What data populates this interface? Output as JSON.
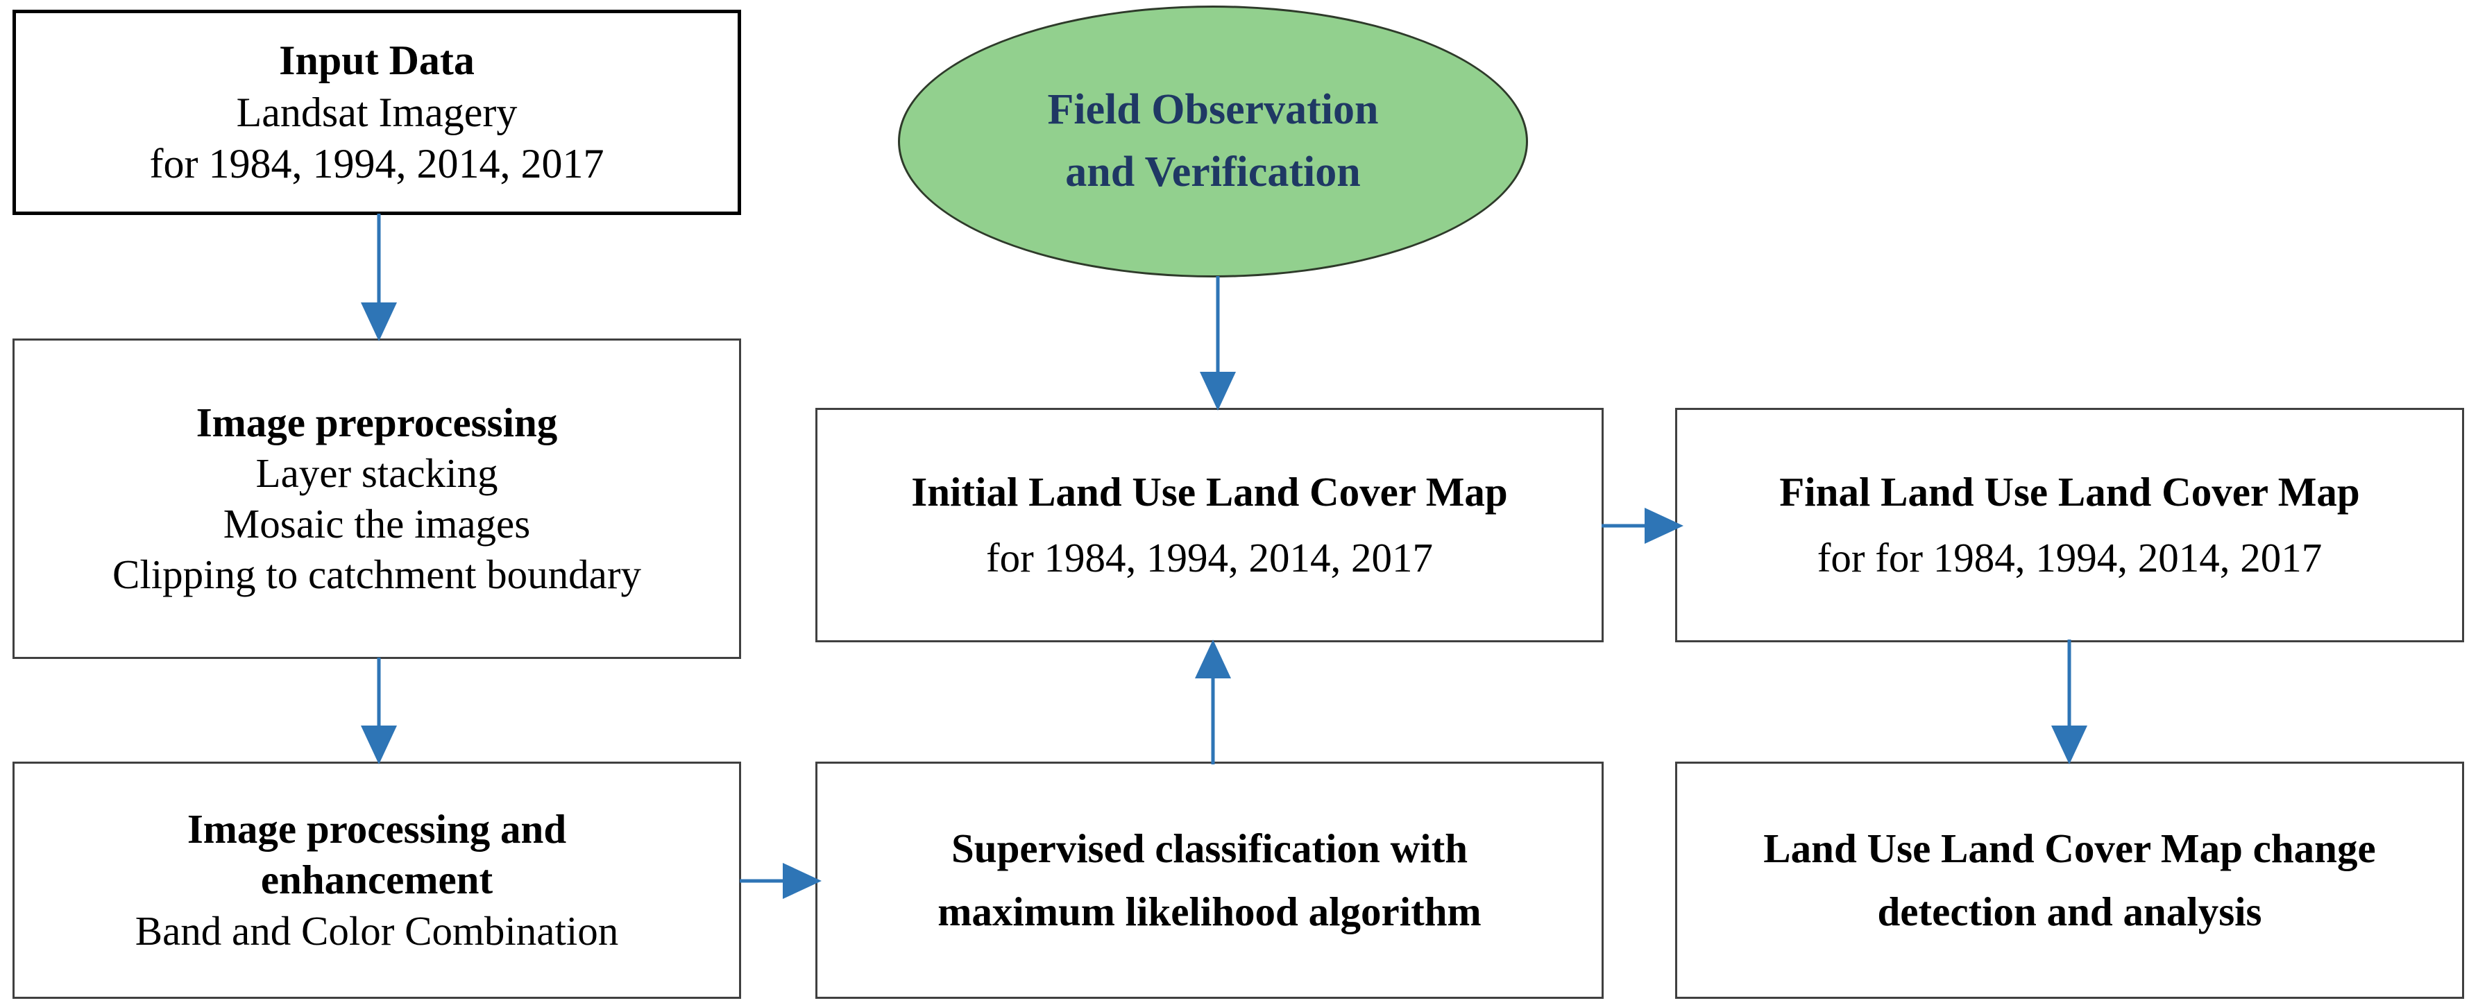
{
  "diagram": {
    "title": "Land Use Land Cover mapping methodology flowchart",
    "colors": {
      "arrow": "#2E75B6",
      "ellipse_fill": "#92D08E",
      "ellipse_stroke": "#2E3A2A",
      "ellipse_text": "#1F3864",
      "box_border_thick": "#000000",
      "box_border_thin": "#404040",
      "box_fill": "#FFFFFF",
      "text": "#000000"
    }
  },
  "nodes": {
    "input_data": {
      "lines": [
        {
          "text": "Input Data",
          "weight": "bold"
        },
        {
          "text": "Landsat Imagery",
          "weight": "normal"
        },
        {
          "text": "for 1984, 1994, 2014, 2017",
          "weight": "normal"
        }
      ]
    },
    "field_observation": {
      "lines": [
        {
          "text": "Field Observation",
          "weight": "bold"
        },
        {
          "text": "and Verification",
          "weight": "bold"
        }
      ]
    },
    "image_preprocessing": {
      "lines": [
        {
          "text": "Image preprocessing",
          "weight": "bold"
        },
        {
          "text": "Layer stacking",
          "weight": "normal"
        },
        {
          "text": "Mosaic the images",
          "weight": "normal"
        },
        {
          "text": "Clipping to catchment boundary",
          "weight": "normal"
        }
      ]
    },
    "initial_lulc_map": {
      "lines": [
        {
          "text": "Initial Land Use Land Cover Map",
          "weight": "bold"
        },
        {
          "text": "for 1984, 1994, 2014, 2017",
          "weight": "normal"
        }
      ]
    },
    "final_lulc_map": {
      "lines": [
        {
          "text": "Final Land Use Land Cover Map",
          "weight": "bold"
        },
        {
          "text": "for for 1984, 1994, 2014, 2017",
          "weight": "normal"
        }
      ]
    },
    "image_processing": {
      "lines": [
        {
          "text": "Image processing and",
          "weight": "bold"
        },
        {
          "text": "enhancement",
          "weight": "bold"
        },
        {
          "text": "Band and Color Combination",
          "weight": "normal"
        }
      ]
    },
    "supervised_classification": {
      "lines": [
        {
          "text": "Supervised classification with",
          "weight": "bold"
        },
        {
          "text": "maximum likelihood algorithm",
          "weight": "bold"
        }
      ]
    },
    "change_detection": {
      "lines": [
        {
          "text": "Land Use Land Cover Map change",
          "weight": "bold"
        },
        {
          "text": "detection and analysis",
          "weight": "bold"
        }
      ]
    }
  },
  "connectors": [
    {
      "name": "input-to-preprocessing",
      "direction": "down"
    },
    {
      "name": "preprocessing-to-processing",
      "direction": "down"
    },
    {
      "name": "field-observation-to-initial-map",
      "direction": "down"
    },
    {
      "name": "processing-to-classification",
      "direction": "right"
    },
    {
      "name": "classification-to-initial-map",
      "direction": "up"
    },
    {
      "name": "initial-map-to-final-map",
      "direction": "right"
    },
    {
      "name": "final-map-to-change-detection",
      "direction": "down"
    }
  ]
}
